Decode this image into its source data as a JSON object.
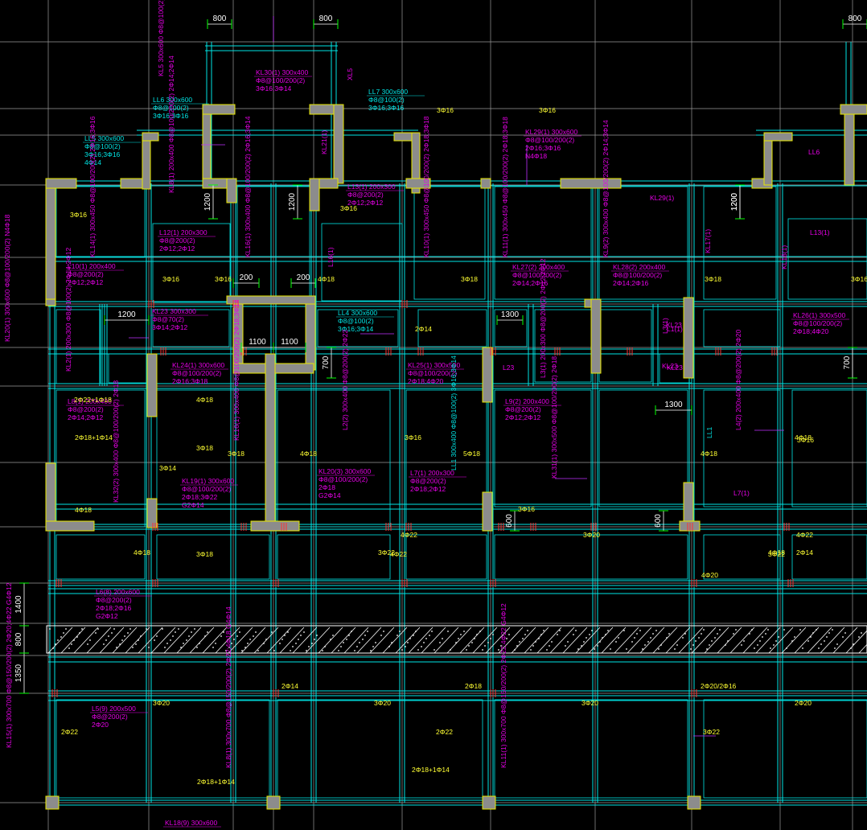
{
  "colors": {
    "background": "#000000",
    "grid": "#9a9a9a",
    "beam": "#00e5e5",
    "wall": "#8c8c8c",
    "wall_edge": "#e8e800",
    "annotation": "#e600e6",
    "rebar": "#ffff33",
    "dimension": "#ffffff",
    "dimension_tick": "#00ff00",
    "red": "#ff3030",
    "leader": "#c030ff"
  },
  "top_dims": [
    "800",
    "800",
    "800"
  ],
  "left_dims": [
    "1400",
    "800",
    "1350"
  ],
  "inner_dims": [
    "1200",
    "1200",
    "1200",
    "1200",
    "200",
    "200",
    "1100",
    "1100",
    "1300",
    "700",
    "1300",
    "700",
    "600",
    "600"
  ],
  "beam_labels": [
    {
      "lines": [
        "KL30(1) 300x400",
        "Φ8@100/200(2)",
        "3Φ16;3Φ14"
      ],
      "color": "annotation"
    },
    {
      "lines": [
        "LL7 300x600",
        "Φ8@100(2)",
        "3Φ16;3Φ16"
      ],
      "color": "beam"
    },
    {
      "lines": [
        "LL6 300x600",
        "Φ8@100(2)",
        "3Φ16;3Φ16"
      ],
      "color": "beam"
    },
    {
      "lines": [
        "LL5 300x600",
        "Φ8@100(2)",
        "3Φ16;3Φ16",
        "4Φ14"
      ],
      "color": "beam"
    },
    {
      "lines": [
        "KL29(1) 300x600",
        "Φ8@100/200(2)",
        "2Φ16;3Φ16",
        "N4Φ18"
      ],
      "color": "annotation"
    },
    {
      "lines": [
        "L13(1) 200x300",
        "Φ8@200(2)",
        "2Φ12;2Φ12"
      ],
      "color": "annotation"
    },
    {
      "lines": [
        "L12(1) 200x300",
        "Φ8@200(2)",
        "2Φ12;2Φ12"
      ],
      "color": "annotation"
    },
    {
      "lines": [
        "L10(1) 200x400",
        "Φ8@200(2)",
        "2Φ12;2Φ12"
      ],
      "color": "annotation"
    },
    {
      "lines": [
        "KL27(2) 200x400",
        "Φ8@100/200(2)",
        "2Φ14;2Φ16"
      ],
      "color": "annotation"
    },
    {
      "lines": [
        "KL28(2) 200x400",
        "Φ8@100/200(2)",
        "2Φ14;2Φ16"
      ],
      "color": "annotation"
    },
    {
      "lines": [
        "KL26(1) 300x500",
        "Φ8@100/200(2)",
        "2Φ18;4Φ20"
      ],
      "color": "annotation"
    },
    {
      "lines": [
        "KL23 300x300",
        "Φ8@70(2)",
        "3Φ14;2Φ12"
      ],
      "color": "annotation"
    },
    {
      "lines": [
        "LL4 300x600",
        "Φ8@100(2)",
        "3Φ16;3Φ14"
      ],
      "color": "beam"
    },
    {
      "lines": [
        "KL24(1) 300x600",
        "Φ8@100/200(2)",
        "2Φ16;3Φ18"
      ],
      "color": "annotation"
    },
    {
      "lines": [
        "KL25(1) 300x500",
        "Φ8@100/200(2)",
        "2Φ18;4Φ20"
      ],
      "color": "annotation"
    },
    {
      "lines": [
        "L8(1) 200x400",
        "Φ8@200(2)",
        "2Φ14;2Φ12"
      ],
      "color": "annotation"
    },
    {
      "lines": [
        "L9(2) 200x400",
        "Φ8@200(2)",
        "2Φ12;2Φ12"
      ],
      "color": "annotation"
    },
    {
      "lines": [
        "KL19(1) 300x600",
        "Φ8@100/200(2)",
        "2Φ18;3Φ22",
        "G2Φ14"
      ],
      "color": "annotation"
    },
    {
      "lines": [
        "KL20(3) 300x600",
        "Φ8@100/200(2)",
        "2Φ18",
        "G2Φ14"
      ],
      "color": "annotation"
    },
    {
      "lines": [
        "L7(1) 200x300",
        "Φ8@200(2)",
        "2Φ18;2Φ12"
      ],
      "color": "annotation"
    },
    {
      "lines": [
        "L6(8) 200x600",
        "Φ8@200(2)",
        "2Φ18;2Φ16",
        "G2Φ12"
      ],
      "color": "annotation"
    },
    {
      "lines": [
        "L5(9) 200x500",
        "Φ8@200(2)",
        "2Φ20"
      ],
      "color": "annotation"
    },
    {
      "lines": [
        "KL18(9) 300x600"
      ],
      "color": "annotation"
    }
  ],
  "vertical_labels": [
    {
      "text": "KL5 300x600 Φ8@100(2) 3Φ16",
      "color": "annotation"
    },
    {
      "text": "XL5",
      "color": "annotation"
    },
    {
      "text": "KL8(1) 200x400 Φ8@100/200(2) 2Φ14;2Φ14",
      "color": "annotation"
    },
    {
      "text": "KL21(1)",
      "color": "annotation"
    },
    {
      "text": "KL14(1) 300x450 Φ8@100/200(2) 2Φ16;3Φ16",
      "color": "annotation"
    },
    {
      "text": "KL16(1) 300x400 Φ8@100/200(2) 2Φ16;3Φ14",
      "color": "annotation"
    },
    {
      "text": "L16(1)",
      "color": "annotation"
    },
    {
      "text": "KL10(1) 300x450 Φ8@100/200(2) 2Φ18;3Φ18",
      "color": "annotation"
    },
    {
      "text": "KL11(1) 300x450 Φ8@100/200(2) 2Φ18;3Φ18",
      "color": "annotation"
    },
    {
      "text": "KL9(2) 300x400 Φ8@100/200(2) 2Φ14;3Φ14",
      "color": "annotation"
    },
    {
      "text": "KL17(1)",
      "color": "annotation"
    },
    {
      "text": "KL18(1)",
      "color": "annotation"
    },
    {
      "text": "KL16(1) 300x400 Φ8@100/200(2) 2Φ18;3Φ14",
      "color": "annotation"
    },
    {
      "text": "KL32(2) 300x400 Φ8@100/200(2) 2Φ18",
      "color": "annotation"
    },
    {
      "text": "L2(2) 300x400 Φ8@200(2) 2Φ22",
      "color": "annotation"
    },
    {
      "text": "LL1 300x400 Φ8@100(2) 3Φ16;3Φ14",
      "color": "beam"
    },
    {
      "text": "KL31(1) 300x500 Φ8@100/200(2) 2Φ18",
      "color": "annotation"
    },
    {
      "text": "L4(2) 200x400 Φ8@200(2) 2Φ20",
      "color": "annotation"
    },
    {
      "text": "LL1",
      "color": "beam"
    },
    {
      "text": "L3(1) 200x300 Φ8@200(2) 2Φ12;2Φ12",
      "color": "annotation"
    },
    {
      "text": "KL2(1) 200x300 Φ8@100(2) 2Φ14;2Φ12",
      "color": "annotation"
    },
    {
      "text": "L3(1)",
      "color": "annotation"
    },
    {
      "text": "KL8(1) 300x700 Φ8@150/200(2) 2Φ22;4Φ18 G4Φ14",
      "color": "annotation"
    },
    {
      "text": "KL11(1) 300x700 Φ8@150/200(2) 2Φ22;4Φ22 G4Φ12",
      "color": "annotation"
    },
    {
      "text": "KL15(1) 300x700 Φ8@150/200(2) 2Φ20;4Φ22 G4Φ12",
      "color": "annotation"
    },
    {
      "text": "KL20(1) 300x600 Φ8@100/200(2) N4Φ18",
      "color": "annotation"
    }
  ],
  "small_labels": [
    "KL29(1)",
    "LL6",
    "L13(1)",
    "KL23",
    "L23",
    "KL23",
    "L7(1)",
    "L1(1)",
    "KL23"
  ],
  "rebar_labels": [
    "3Φ16",
    "3Φ16",
    "3Φ16",
    "3Φ16",
    "3Φ16",
    "3Φ16",
    "4Φ18",
    "3Φ18",
    "3Φ18",
    "3Φ16",
    "4Φ18",
    "3Φ18",
    "3Φ18",
    "4Φ18",
    "5Φ18",
    "4Φ18",
    "3Φ16",
    "2Φ18+1Φ14",
    "3Φ16",
    "3Φ14",
    "4Φ18",
    "4Φ18",
    "3Φ22",
    "4Φ22",
    "3Φ20",
    "4Φ22",
    "4Φ18",
    "2Φ14",
    "4Φ22",
    "3Φ22",
    "4Φ20",
    "2Φ14",
    "2Φ18",
    "2Φ20/2Φ16",
    "3Φ20",
    "3Φ20",
    "3Φ20",
    "2Φ20",
    "2Φ22",
    "2Φ22",
    "2Φ18+1Φ14",
    "2Φ18+1Φ14",
    "3Φ22",
    "2Φ22+1Φ18",
    "3Φ18",
    "2Φ14",
    "4Φ18",
    "3Φ16"
  ]
}
